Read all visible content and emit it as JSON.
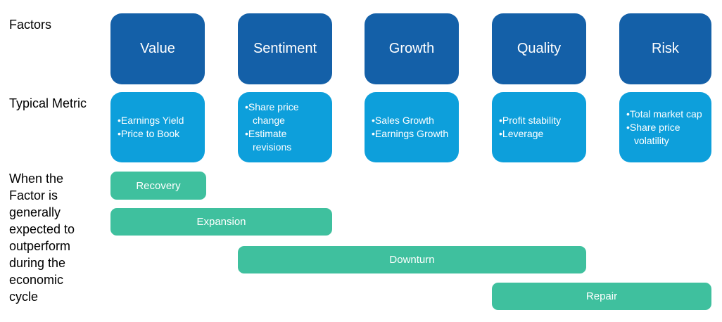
{
  "labels": {
    "factors": "Factors",
    "typical_metric": "Typical Metric",
    "cycle": "When the Factor is generally expected to outperform during the economic cycle"
  },
  "colors": {
    "factor_box": "#1460A8",
    "metric_box": "#0D9FDB",
    "cycle_bar": "#3FC09E"
  },
  "columns": [
    {
      "title": "Value",
      "metrics": [
        "Earnings Yield",
        "Price to Book"
      ]
    },
    {
      "title": "Sentiment",
      "metrics": [
        "Share price change",
        "Estimate revisions"
      ]
    },
    {
      "title": "Growth",
      "metrics": [
        "Sales Growth",
        "Earnings Growth"
      ]
    },
    {
      "title": "Quality",
      "metrics": [
        "Profit stability",
        "Leverage"
      ]
    },
    {
      "title": "Risk",
      "metrics": [
        "Total market cap",
        "Share price volatility"
      ]
    }
  ],
  "cycle_bars": [
    {
      "label": "Recovery"
    },
    {
      "label": "Expansion"
    },
    {
      "label": "Downturn"
    },
    {
      "label": "Repair"
    }
  ]
}
